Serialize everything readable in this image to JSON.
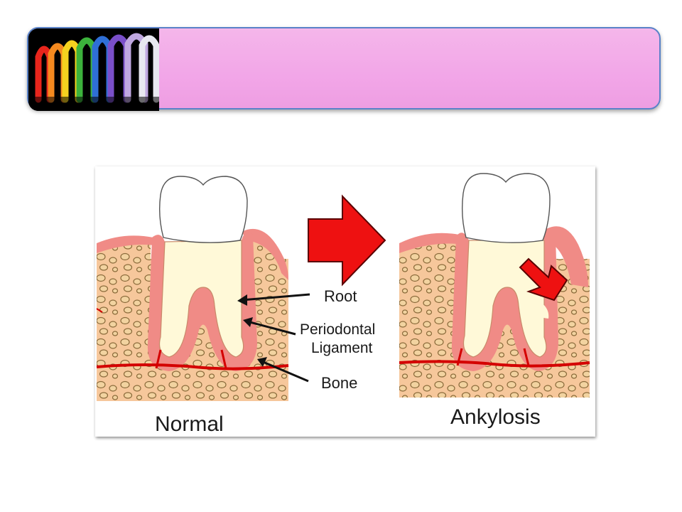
{
  "diagram": {
    "labels": {
      "root": "Root",
      "periodontal_line1": "Periodontal",
      "periodontal_line2": "Ligament",
      "bone": "Bone",
      "normal": "Normal",
      "ankylosis": "Ankylosis"
    },
    "colors": {
      "title_bar": "#f2a6e8",
      "title_border": "#5a82c8",
      "gum": "#f08b86",
      "bone": "#f6c79b",
      "bone_cell": "#f2d3a0",
      "blood_vessel": "#d40000",
      "arrow_red": "#ee1111",
      "crown": "#ffffff",
      "root_dentin": "#fff9d8"
    }
  }
}
